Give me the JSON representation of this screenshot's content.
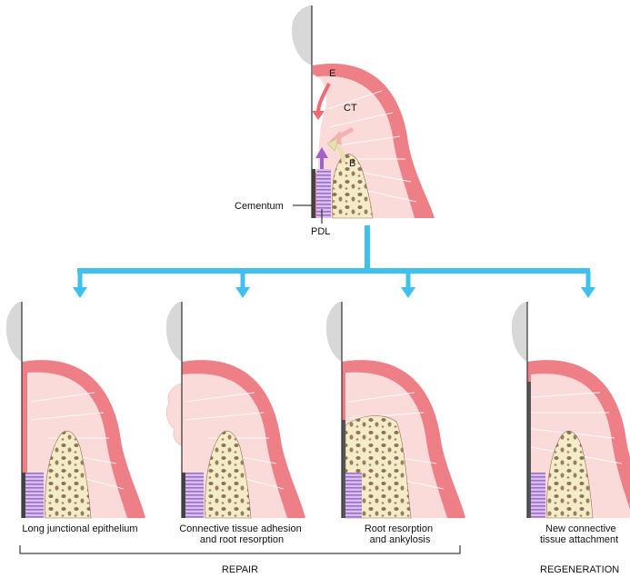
{
  "top_panel": {
    "labels": {
      "epithelium": "E",
      "connective_tissue": "CT",
      "bone": "B",
      "cementum": "Cementum",
      "pdl": "PDL"
    }
  },
  "outcomes": [
    {
      "caption": [
        "Long junctional epithelium"
      ]
    },
    {
      "caption": [
        "Connective tissue adhesion",
        "and root resorption"
      ]
    },
    {
      "caption": [
        "Root resorption",
        "and ankylosis"
      ]
    },
    {
      "caption": [
        "New connective",
        "tissue attachment"
      ]
    }
  ],
  "groups": {
    "repair": "REPAIR",
    "regeneration": "REGENERATION"
  },
  "colors": {
    "arrow": "#3fc0ee",
    "gingiva": "#ee7f86",
    "gingiva_light": "#fbdada",
    "bone": "#f4ecc8",
    "pdl": "#b98fd1",
    "purple_arrow": "#a560c8"
  }
}
